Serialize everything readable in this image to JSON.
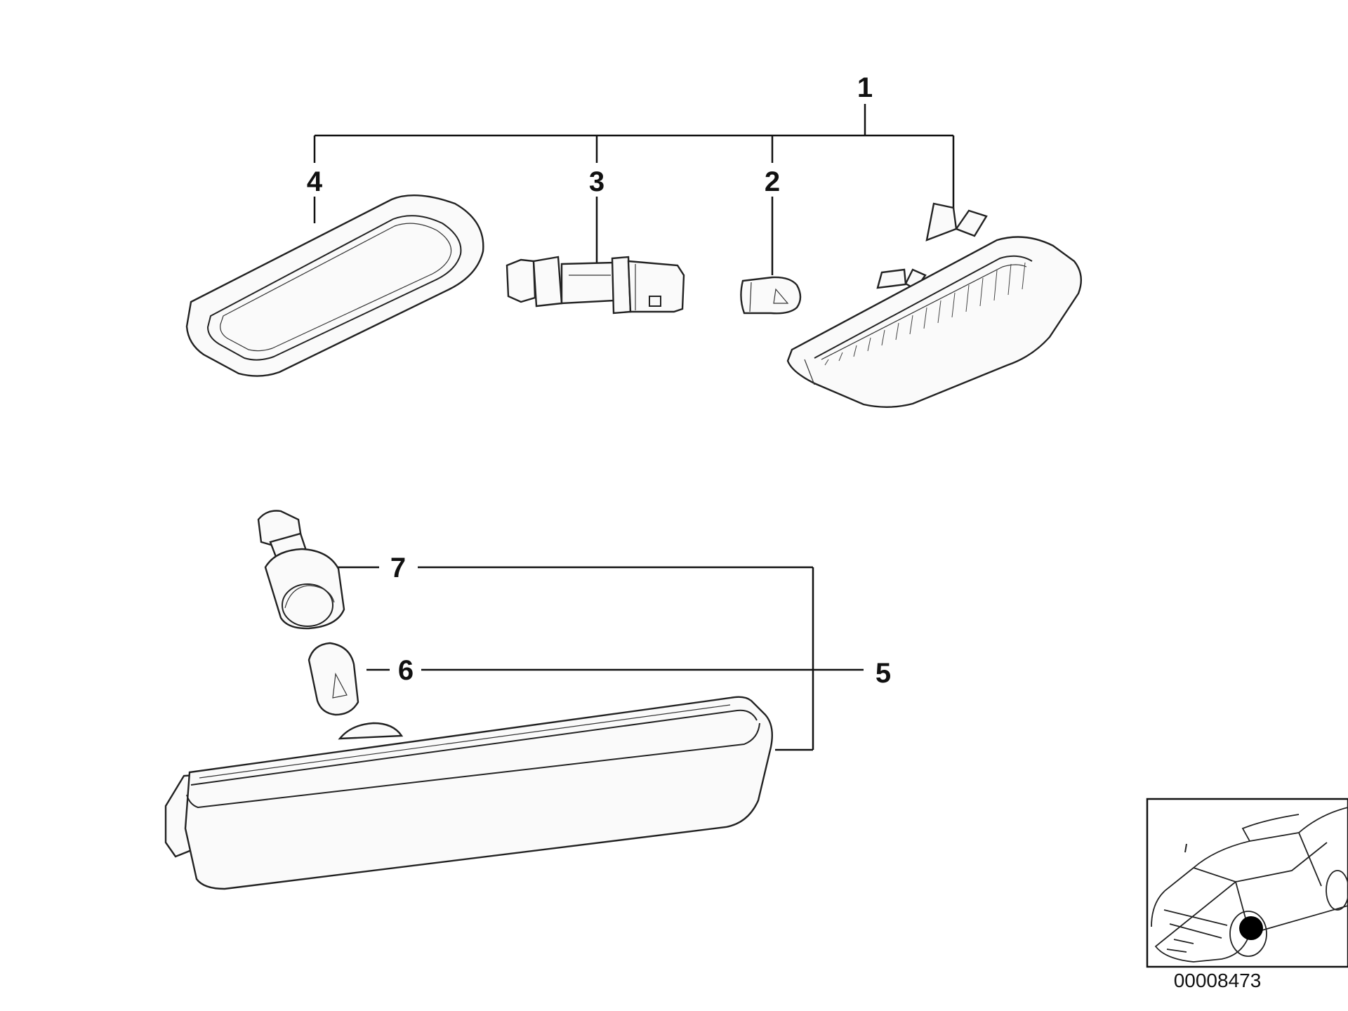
{
  "callouts": {
    "c1": "1",
    "c2": "2",
    "c3": "3",
    "c4": "4",
    "c5": "5",
    "c6": "6",
    "c7": "7"
  },
  "diagram_code": "00008473",
  "colors": {
    "ink": "#111111",
    "paper": "#ffffff"
  }
}
